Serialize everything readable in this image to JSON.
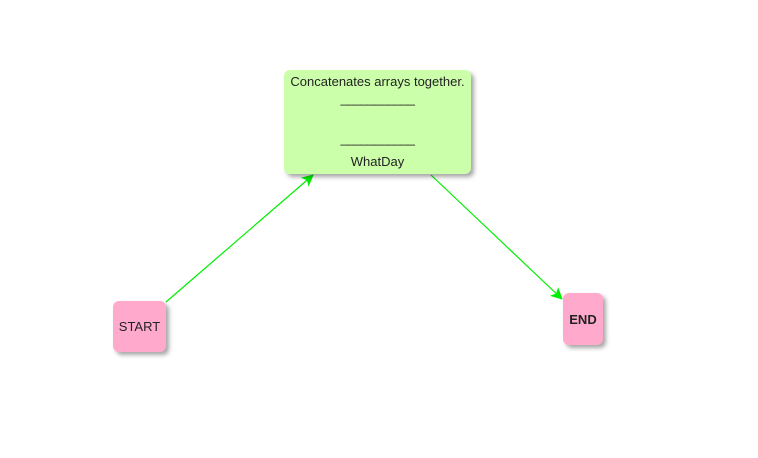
{
  "colors": {
    "process_fill": "#ccffaa",
    "terminal_fill": "#ffaacc",
    "edge": "#00ee00"
  },
  "nodes": {
    "start": {
      "label": "START"
    },
    "process": {
      "lines": [
        "Concatenates arrays together.",
        "___________",
        "",
        "___________",
        "WhatDay"
      ]
    },
    "end": {
      "label": "END"
    }
  },
  "edges": [
    {
      "from": "start",
      "to": "process"
    },
    {
      "from": "process",
      "to": "end"
    }
  ]
}
